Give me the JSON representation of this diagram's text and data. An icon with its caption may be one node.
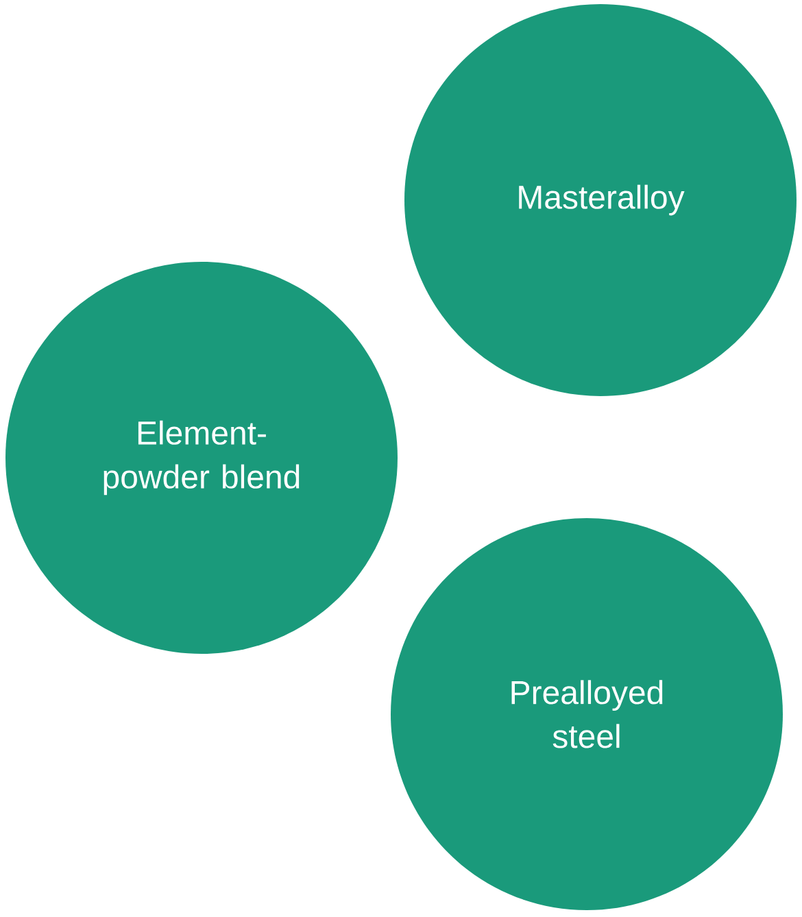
{
  "diagram": {
    "nodes": [
      {
        "text": [
          "Masteralloy"
        ]
      },
      {
        "text": [
          "Element-powder blend"
        ]
      },
      {
        "text": [
          "Prealloyed steel"
        ]
      }
    ]
  }
}
